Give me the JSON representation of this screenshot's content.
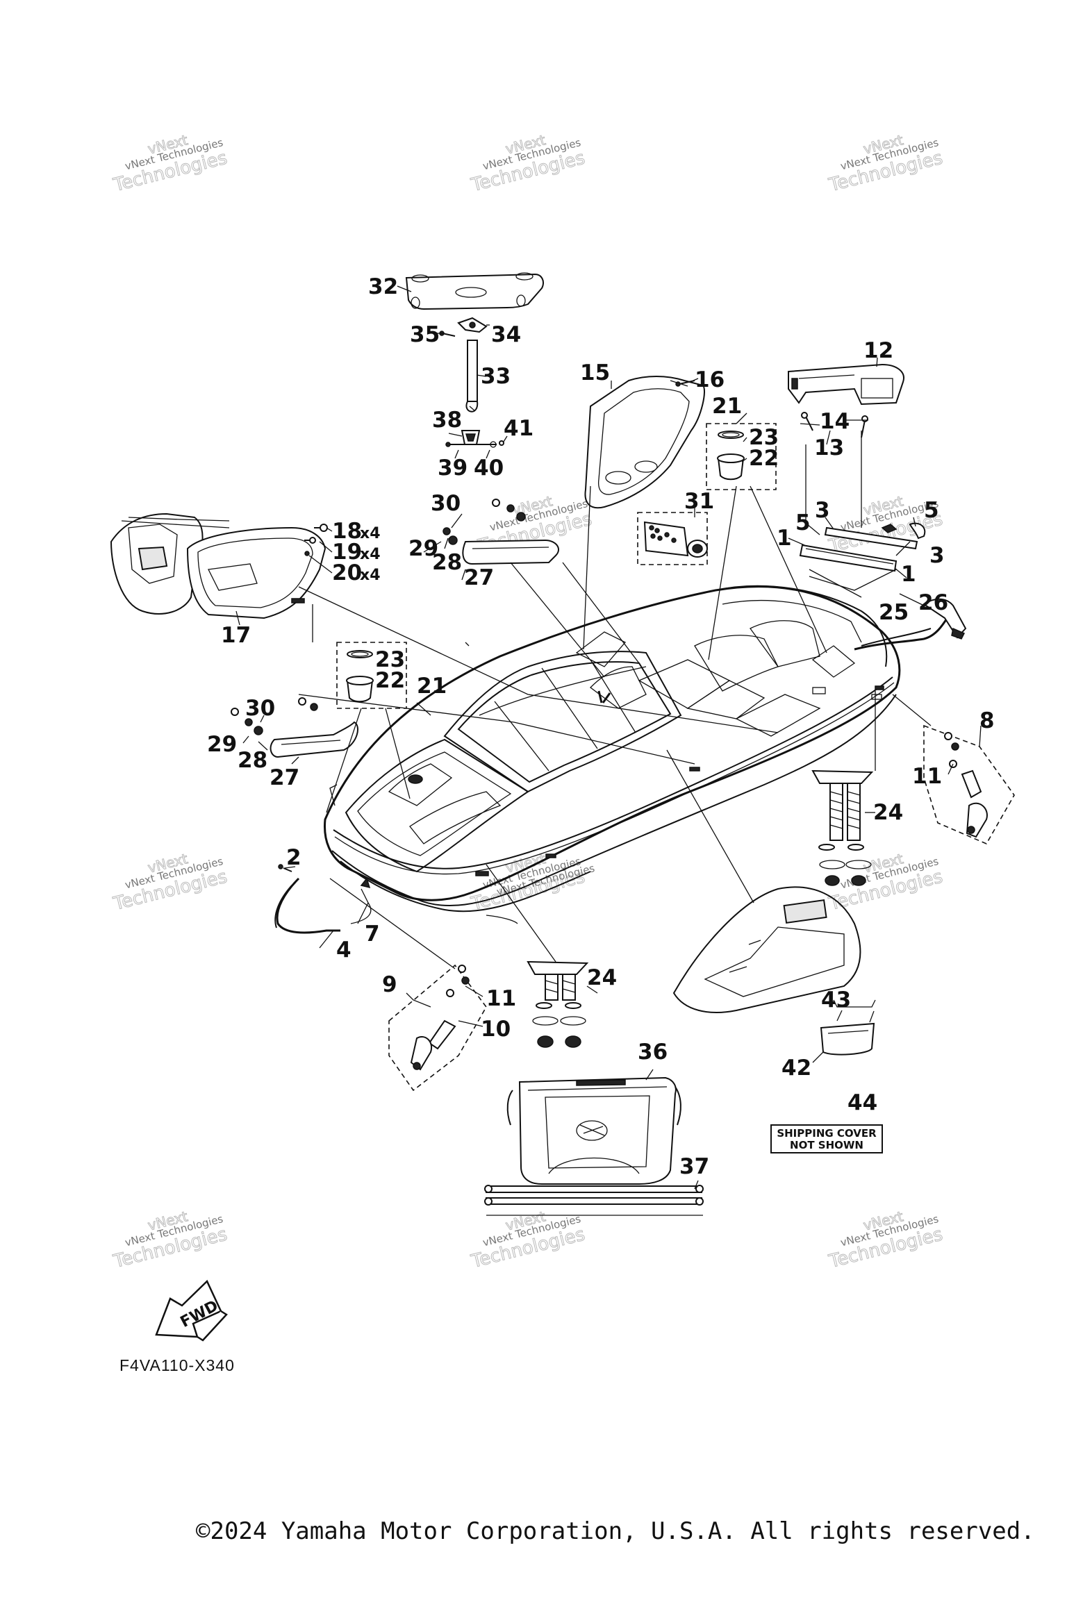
{
  "diagram_code": "F4VA110-X340",
  "copyright": "©2024 Yamaha Motor Corporation, U.S.A. All rights reserved.",
  "watermark": {
    "line1": "vNext Technologies",
    "line2": "Technologies",
    "line3": "vNext"
  },
  "note_box": {
    "line1": "SHIPPING COVER",
    "line2": "NOT SHOWN"
  },
  "fwd_label": "FWD",
  "callouts": {
    "c1a": "1",
    "c1b": "1",
    "c2": "2",
    "c3a": "3",
    "c3b": "3",
    "c4": "4",
    "c5a": "5",
    "c5b": "5",
    "c7": "7",
    "c8": "8",
    "c9": "9",
    "c10": "10",
    "c11a": "11",
    "c11b": "11",
    "c12": "12",
    "c13": "13",
    "c14": "14",
    "c15": "15",
    "c16": "16",
    "c17": "17",
    "c18": "18",
    "c19": "19",
    "c20": "20",
    "c21a": "21",
    "c21b": "21",
    "c22a": "22",
    "c22b": "22",
    "c23a": "23",
    "c23b": "23",
    "c24a": "24",
    "c24b": "24",
    "c25": "25",
    "c26": "26",
    "c27a": "27",
    "c27b": "27",
    "c28a": "28",
    "c28b": "28",
    "c29a": "29",
    "c29b": "29",
    "c30a": "30",
    "c30b": "30",
    "c31": "31",
    "c32": "32",
    "c33": "33",
    "c34": "34",
    "c35": "35",
    "c36": "36",
    "c37": "37",
    "c38": "38",
    "c39": "39",
    "c40": "40",
    "c41": "41",
    "c42": "42",
    "c43": "43",
    "c44": "44"
  },
  "multipliers": {
    "m18": "x4",
    "m19": "x4",
    "m20": "x4"
  }
}
